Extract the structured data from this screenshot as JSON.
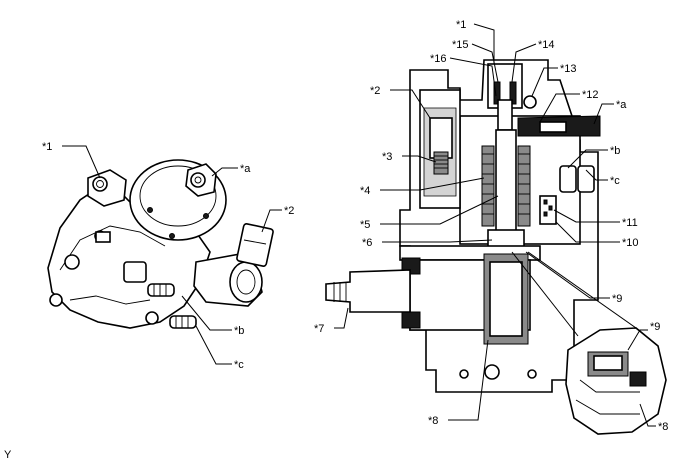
{
  "left_view": {
    "labels": {
      "l1": "*1",
      "la": "*a",
      "l2": "*2",
      "lb": "*b",
      "lc": "*c"
    }
  },
  "section_view": {
    "labels": {
      "s1": "*1",
      "s15": "*15",
      "s14": "*14",
      "s16": "*16",
      "s13": "*13",
      "s2": "*2",
      "s12": "*12",
      "sa": "*a",
      "s3": "*3",
      "sb": "*b",
      "sc": "*c",
      "s4": "*4",
      "s5": "*5",
      "s11": "*11",
      "s6": "*6",
      "s10": "*10",
      "s9": "*9",
      "s7": "*7",
      "s8": "*8"
    }
  },
  "detail_view": {
    "labels": {
      "d9": "*9",
      "d8": "*8"
    }
  },
  "footer": {
    "code": "Y"
  }
}
